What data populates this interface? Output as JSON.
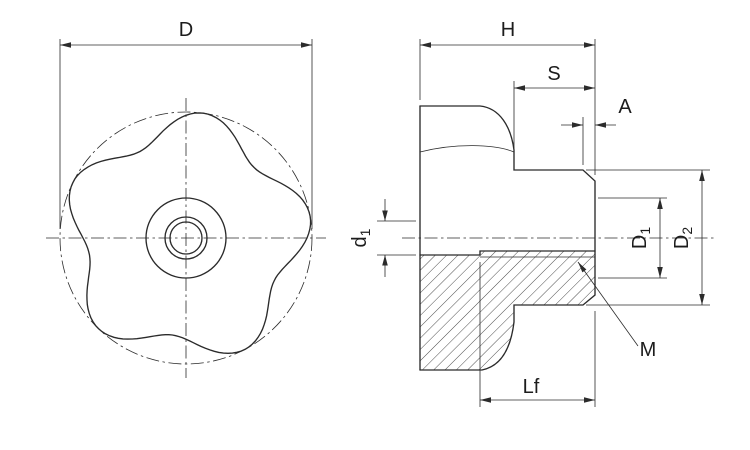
{
  "drawing": {
    "background": "#ffffff",
    "line_color": "#2b2b2b",
    "front_view": {
      "diameter_label": "D"
    },
    "side_view": {
      "height_label": "H",
      "boss_length_label": "S",
      "chamfer_label": "A",
      "thread_label": "M",
      "thread_length_label": "Lf",
      "bore_label": {
        "base": "d",
        "sub": "1"
      },
      "face_diameter_label": {
        "base": "D",
        "sub": "1"
      },
      "hub_diameter_label": {
        "base": "D",
        "sub": "2"
      }
    }
  }
}
